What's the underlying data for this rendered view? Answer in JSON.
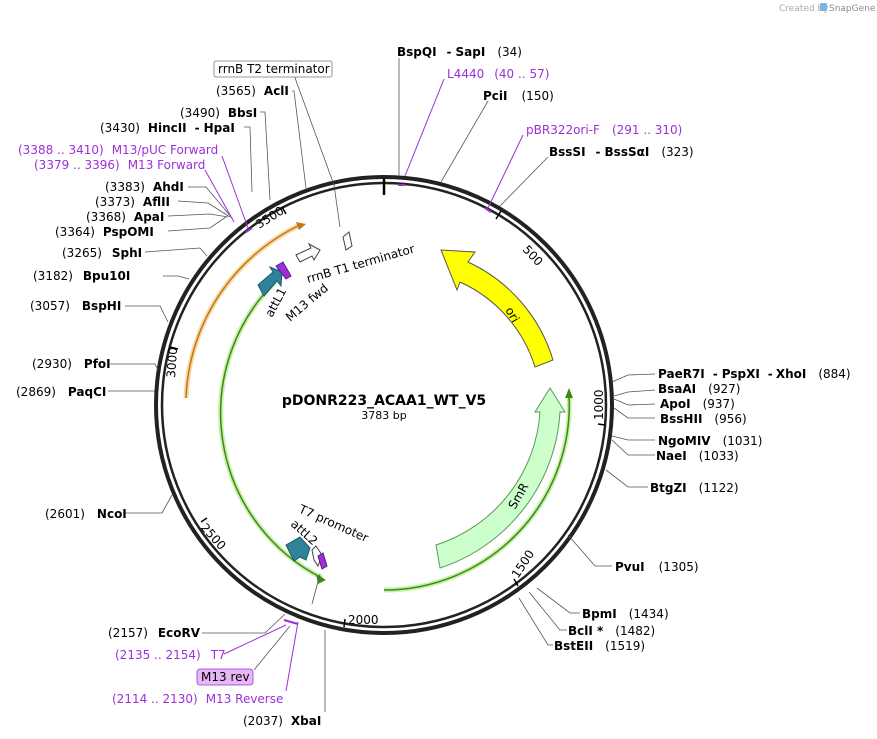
{
  "credit": {
    "prefix": "Created by",
    "brand": "SnapGene"
  },
  "plasmid": {
    "name": "pDONR223_ACAA1_WT_V5",
    "size": "3783 bp"
  },
  "ticks": [
    "500",
    "1000",
    "1500",
    "2000",
    "2500",
    "3000",
    "3500"
  ],
  "enzymes": [
    {
      "name": "BspQI",
      "name2": "SapI",
      "pos": "(34)"
    },
    {
      "name": "PciI",
      "pos": "(150)"
    },
    {
      "name": "BssSI",
      "name2": "BssSαI",
      "pos": "(323)"
    },
    {
      "name": "PaeR7I",
      "name2": "PspXI",
      "name3": "XhoI",
      "pos": "(884)"
    },
    {
      "name": "BsaAI",
      "pos": "(927)"
    },
    {
      "name": "ApoI",
      "pos": "(937)"
    },
    {
      "name": "BssHII",
      "pos": "(956)"
    },
    {
      "name": "NgoMIV",
      "pos": "(1031)"
    },
    {
      "name": "NaeI",
      "pos": "(1033)"
    },
    {
      "name": "BtgZI",
      "pos": "(1122)"
    },
    {
      "name": "PvuI",
      "pos": "(1305)"
    },
    {
      "name": "BpmI",
      "pos": "(1434)"
    },
    {
      "name": "BclI *",
      "pos": "(1482)"
    },
    {
      "name": "BstEII",
      "pos": "(1519)"
    },
    {
      "name": "XbaI",
      "pos": "(2037)"
    },
    {
      "name": "EcoRV",
      "pos": "(2157)"
    },
    {
      "name": "NcoI",
      "pos": "(2601)"
    },
    {
      "name": "PaqCI",
      "pos": "(2869)"
    },
    {
      "name": "PfoI",
      "pos": "(2930)"
    },
    {
      "name": "BspHI",
      "pos": "(3057)"
    },
    {
      "name": "Bpu10I",
      "pos": "(3182)"
    },
    {
      "name": "SphI",
      "pos": "(3265)"
    },
    {
      "name": "PspOMI",
      "pos": "(3364)"
    },
    {
      "name": "ApaI",
      "pos": "(3368)"
    },
    {
      "name": "AflII",
      "pos": "(3373)"
    },
    {
      "name": "AhdI",
      "pos": "(3383)"
    },
    {
      "name": "HincII",
      "name2": "HpaI",
      "pos": "(3430)"
    },
    {
      "name": "BbsI",
      "pos": "(3490)"
    },
    {
      "name": "AclI",
      "pos": "(3565)"
    }
  ],
  "primers": [
    {
      "name": "L4440",
      "range": "(40 .. 57)"
    },
    {
      "name": "pBR322ori-F",
      "range": "(291 .. 310)"
    },
    {
      "name": "T7",
      "range": "(2135 .. 2154)"
    },
    {
      "name": "M13 Reverse",
      "range": "(2114 .. 2130)"
    },
    {
      "name": "M13/pUC Forward",
      "range": "(3388 .. 3410)"
    },
    {
      "name": "M13 Forward",
      "range": "(3379 .. 3396)"
    }
  ],
  "boxed_labels": {
    "rrnb_t2": "rrnB T2 terminator",
    "m13_rev": "M13 rev"
  },
  "features": {
    "ori": "ori",
    "smr": "SmR",
    "rrnb_t1": "rrnB T1 terminator",
    "attl1": "attL1",
    "m13_fwd": "M13 fwd",
    "t7_promoter": "T7 promoter",
    "attl2": "attL2"
  },
  "colors": {
    "ori": "#ffff00",
    "smr": "#ccffcc",
    "att": "#2e8299",
    "primer": "#9b30d9",
    "orange_arc": "#f0a030",
    "green_arc": "#3a8a1a"
  }
}
